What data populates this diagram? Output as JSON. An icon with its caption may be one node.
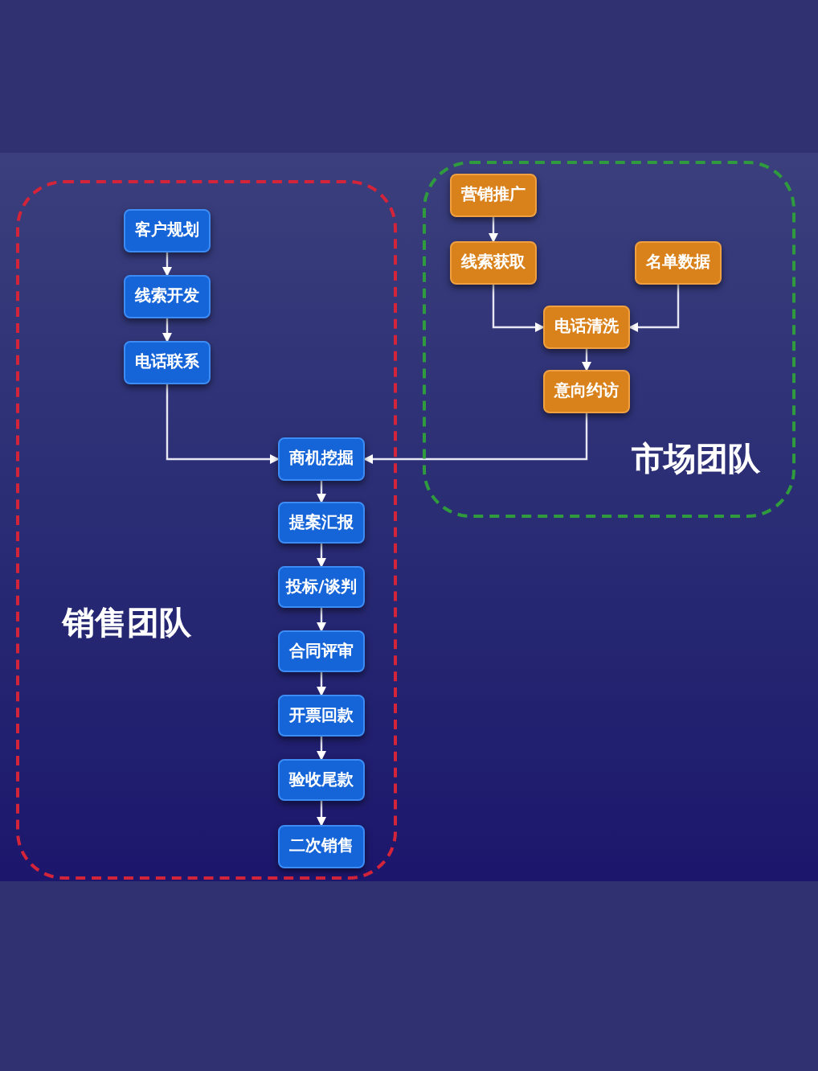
{
  "diagram": {
    "nodes": [
      {
        "text": [
          "销售团队"
        ]
      },
      {
        "text": [
          "客户规划"
        ],
        "in": 0
      },
      {
        "text": [
          "线索开发"
        ],
        "in": 0
      },
      {
        "text": [
          "电话联系"
        ],
        "in": 0
      },
      {
        "text": [
          "商机挖掘"
        ],
        "in": 0
      },
      {
        "text": [
          "提案汇报"
        ],
        "in": 0
      },
      {
        "text": [
          "投标/谈判"
        ],
        "in": 0
      },
      {
        "text": [
          "合同评审"
        ],
        "in": 0
      },
      {
        "text": [
          "开票回款"
        ],
        "in": 0
      },
      {
        "text": [
          "验收尾款"
        ],
        "in": 0
      },
      {
        "text": [
          "二次销售"
        ],
        "in": 0
      },
      {
        "text": [
          "市场团队"
        ]
      },
      {
        "text": [
          "营销推广"
        ],
        "in": 11
      },
      {
        "text": [
          "线索获取"
        ],
        "in": 11
      },
      {
        "text": [
          "名单数据"
        ],
        "in": 11
      },
      {
        "text": [
          "电话清洗"
        ],
        "in": 11
      },
      {
        "text": [
          "意向约访"
        ],
        "in": 11
      }
    ],
    "edges": [
      {
        "from": 1,
        "to": 2,
        "arrow": "to"
      },
      {
        "from": 2,
        "to": 3,
        "arrow": "to"
      },
      {
        "from": 3,
        "to": 4,
        "arrow": "to"
      },
      {
        "from": 4,
        "to": 5,
        "arrow": "to"
      },
      {
        "from": 5,
        "to": 6,
        "arrow": "to"
      },
      {
        "from": 6,
        "to": 7,
        "arrow": "to"
      },
      {
        "from": 7,
        "to": 8,
        "arrow": "to"
      },
      {
        "from": 8,
        "to": 9,
        "arrow": "to"
      },
      {
        "from": 9,
        "to": 10,
        "arrow": "to"
      },
      {
        "from": 12,
        "to": 13,
        "arrow": "to"
      },
      {
        "from": 13,
        "to": 15,
        "arrow": "to"
      },
      {
        "from": 14,
        "to": 15,
        "arrow": "to"
      },
      {
        "from": 15,
        "to": 16,
        "arrow": "to"
      },
      {
        "from": 16,
        "to": 4,
        "arrow": "to"
      }
    ]
  }
}
